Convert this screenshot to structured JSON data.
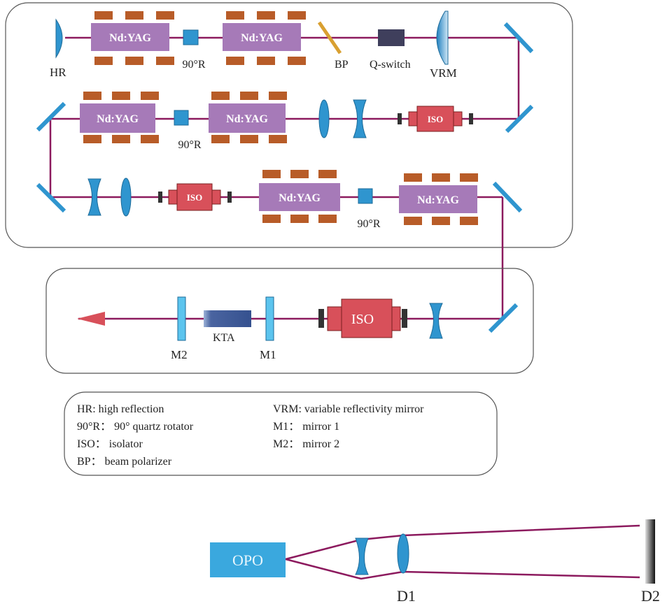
{
  "colors": {
    "beam": "#8c1a5e",
    "rod": "#a67ab8",
    "pump": "#b85c28",
    "optic": "#2f95cf",
    "isolator": "#d8505a",
    "isolator_cap": "#333333",
    "box_border": "#555555",
    "opo": "#3aa8de",
    "arrow": "#d8505a"
  },
  "stage1": {
    "hr": "HR",
    "rod_left": "Nd:YAG",
    "rotator": "90°R",
    "rod_right": "Nd:YAG",
    "bp": "BP",
    "qswitch": "Q-switch",
    "vrm": "VRM"
  },
  "stage2": {
    "rod_left": "Nd:YAG",
    "rotator": "90°R",
    "rod_right": "Nd:YAG",
    "iso": "ISO"
  },
  "stage3": {
    "iso": "ISO",
    "rod_left": "Nd:YAG",
    "rotator": "90°R",
    "rod_right": "Nd:YAG"
  },
  "opo_cavity": {
    "m2": "M2",
    "kta": "KTA",
    "m1": "M1",
    "iso": "ISO"
  },
  "legend": {
    "hr": "HR: high reflection",
    "rotator": "90°R： 90° quartz rotator",
    "iso": "ISO： isolator",
    "bp": "BP： beam polarizer",
    "vrm": "VRM: variable reflectivity mirror",
    "m1": "M1： mirror 1",
    "m2": "M2： mirror 2"
  },
  "setup": {
    "opo": "OPO",
    "d1": "D1",
    "d2": "D2"
  }
}
